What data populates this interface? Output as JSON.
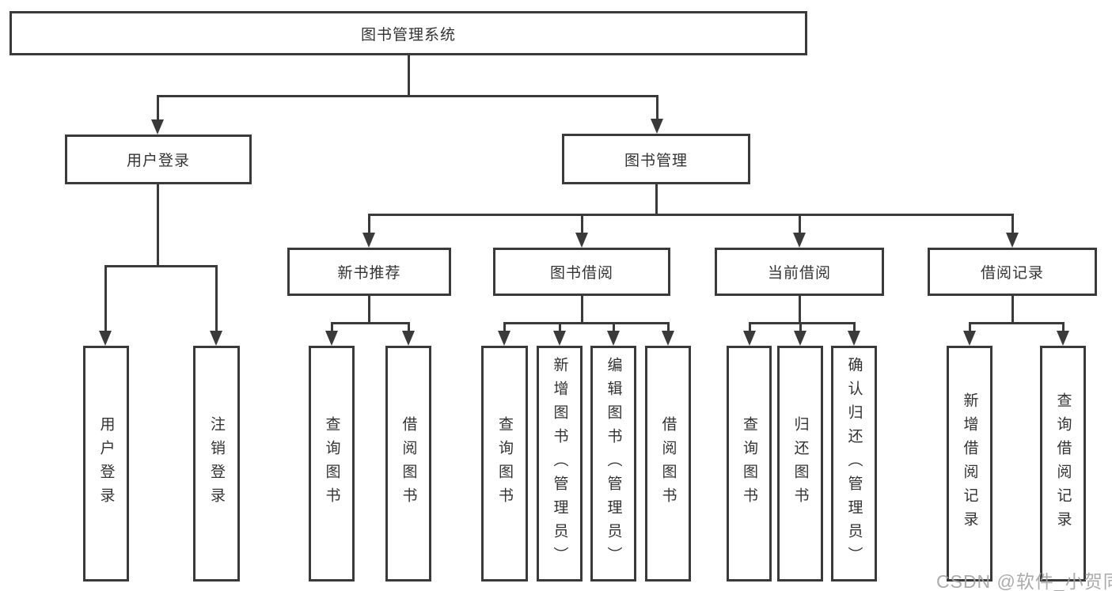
{
  "diagram": {
    "colors": {
      "line": "#3a3a3a",
      "border": "#3a3a3a",
      "text": "#333333",
      "box_background": "#ffffff",
      "watermark_text": "#a2a2a2"
    },
    "watermark": "CSDN @软件_小贺同学",
    "root": {
      "label": "图书管理系统",
      "children": [
        {
          "label": "用户登录",
          "children": [
            {
              "label": "用户登录"
            },
            {
              "label": "注销登录"
            }
          ]
        },
        {
          "label": "图书管理",
          "children": [
            {
              "label": "新书推荐",
              "children": [
                {
                  "label": "查询图书"
                },
                {
                  "label": "借阅图书"
                }
              ]
            },
            {
              "label": "图书借阅",
              "children": [
                {
                  "label": "查询图书"
                },
                {
                  "label": "新增图书（管理员）"
                },
                {
                  "label": "编辑图书（管理员）"
                },
                {
                  "label": "借阅图书"
                }
              ]
            },
            {
              "label": "当前借阅",
              "children": [
                {
                  "label": "查询图书"
                },
                {
                  "label": "归还图书"
                },
                {
                  "label": "确认归还（管理员）"
                }
              ]
            },
            {
              "label": "借阅记录",
              "children": [
                {
                  "label": "新增借阅记录"
                },
                {
                  "label": "查询借阅记录"
                }
              ]
            }
          ]
        }
      ]
    }
  }
}
